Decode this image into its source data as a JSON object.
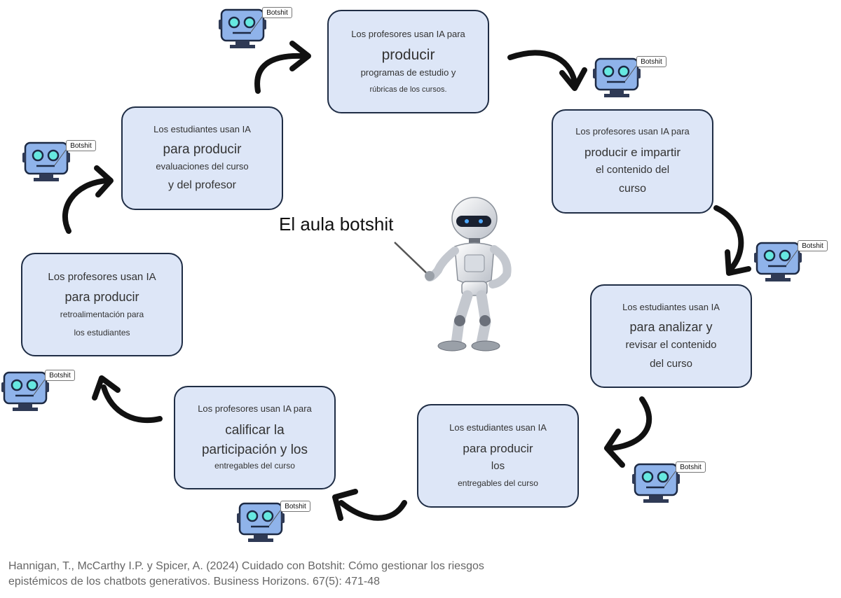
{
  "title": "El aula botshit",
  "bot_label": "Botshit",
  "boxes": {
    "top": {
      "line1": "Los profesores usan IA para",
      "line2": "producir",
      "line3": "programas de estudio y",
      "line4": "rúbricas de los cursos."
    },
    "right_upper": {
      "line1": "Los profesores usan IA para",
      "line2": "producir e impartir",
      "line3": "el contenido del",
      "line4": "curso"
    },
    "right_lower": {
      "line1": "Los estudiantes usan IA",
      "line2": "para analizar y",
      "line3": "revisar el contenido",
      "line4": "del curso"
    },
    "bottom_right": {
      "line1": "Los estudiantes usan IA",
      "line2": "para producir",
      "line3": "los",
      "line4": "entregables del curso"
    },
    "bottom_left": {
      "line1": "Los profesores usan IA para",
      "line2": "calificar la",
      "line3": "participación y los",
      "line4": "entregables del curso"
    },
    "left_lower": {
      "line1": "Los profesores usan IA",
      "line2": "para producir",
      "line3": "retroalimentación para",
      "line4": "los estudiantes"
    },
    "left_upper": {
      "line1": "Los estudiantes usan IA",
      "line2": "para producir",
      "line3": "evaluaciones del curso",
      "line4": "y del profesor"
    }
  },
  "citation": {
    "line1": "Hannigan, T., McCarthy I.P. y Spicer, A. (2024) Cuidado con Botshit: Cómo gestionar los riesgos",
    "line2": "epistémicos de los chatbots generativos. Business Horizons. 67(5): 471-48"
  },
  "colors": {
    "box_fill": "#dde6f7",
    "box_border": "#1f2d45",
    "bot_body": "#8fb3ea",
    "bot_eye": "#66e8e0",
    "arrow": "#111111"
  }
}
